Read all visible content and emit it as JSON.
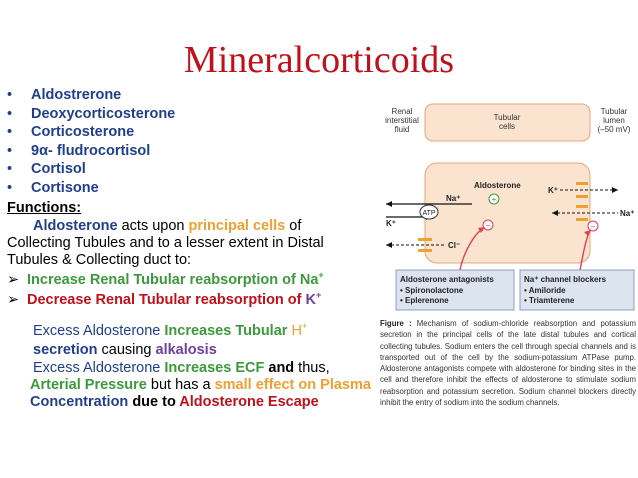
{
  "title": "Mineralcorticoids",
  "hormones": [
    "Aldostrerone",
    "Deoxycorticosterone",
    "Corticosterone",
    "9α- fludrocortisol",
    "Cortisol",
    "Cortisone"
  ],
  "functions_heading": "Functions:",
  "para": {
    "aldosterone": "Aldosterone",
    "acts_upon": " acts upon ",
    "principal_cells": "principal cells",
    "rest1": " of Collecting Tubules and to a lesser extent in Distal Tubules & Collecting duct to:"
  },
  "arrow_items": {
    "item1_text": "Increase Renal Tubular reabsorption of Na",
    "item1_sup": "+",
    "item2_text": "Decrease Renal Tubular reabsorption of ",
    "item2_k": "K",
    "item2_sup": "+"
  },
  "lower": {
    "l1_a": "Excess Aldosterone ",
    "l1_b": "Increases Tubular ",
    "l1_c": "H",
    "l1_sup": "+",
    "l2_a": "secretion ",
    "l2_b": "causing ",
    "l2_c": "alkalosis",
    "l3_a": "Excess Aldosterone ",
    "l3_b": "Increases ECF ",
    "l3_c": "and",
    "l3_d": " thus,",
    "l4_a": "Arterial Pressure ",
    "l4_b": "but has a ",
    "l4_c": "small effect on Plasma",
    "l5_a": "Concentration ",
    "l5_b": "due to ",
    "l5_c": "Aldosterone Escape"
  },
  "figure": {
    "renal_interstitial": [
      "Renal",
      "interstitial",
      "fluid"
    ],
    "tubular_cells": [
      "Tubular",
      "cells"
    ],
    "tubular_lumen": [
      "Tubular",
      "lumen",
      "(–50 mV)"
    ],
    "aldosterone": "Aldosterone",
    "plus": "+",
    "na": "Na⁺",
    "k": "K⁺",
    "atp": "ATP",
    "cl": "Cl⁻",
    "k_right": "K⁺",
    "na_right": "Na⁺",
    "minus": "−",
    "box1_title": "Aldosterone antagonists",
    "box1_items": [
      "• Spironolactone",
      "• Eplerenone"
    ],
    "box2_title": "Na⁺ channel blockers",
    "box2_items": [
      "• Amiloride",
      "• Triamterene"
    ],
    "colors": {
      "cell_fill": "#fbe4cf",
      "cell_stroke": "#e8a47c",
      "box_fill": "#dce4f0",
      "box_stroke": "#7a8ab0",
      "arrow_red": "#e04050",
      "orange": "#f0a030"
    }
  },
  "caption": {
    "label": "Figure :",
    "text": " Mechanism of sodium-chloride reabsorption and potassium secretion in the principal cells of the late distal tubules and cortical collecting tubules. Sodium enters the cell through special channels and is transported out of the cell by the sodium-potassium ATPase pump. Aldosterone antagonists compete with aldosterone for binding sites in the cell and therefore inhibit the effects of aldosterone to stimulate sodium reabsorption and potassium secretion. Sodium channel blockers directly inhibit the entry of sodium into the sodium channels."
  }
}
